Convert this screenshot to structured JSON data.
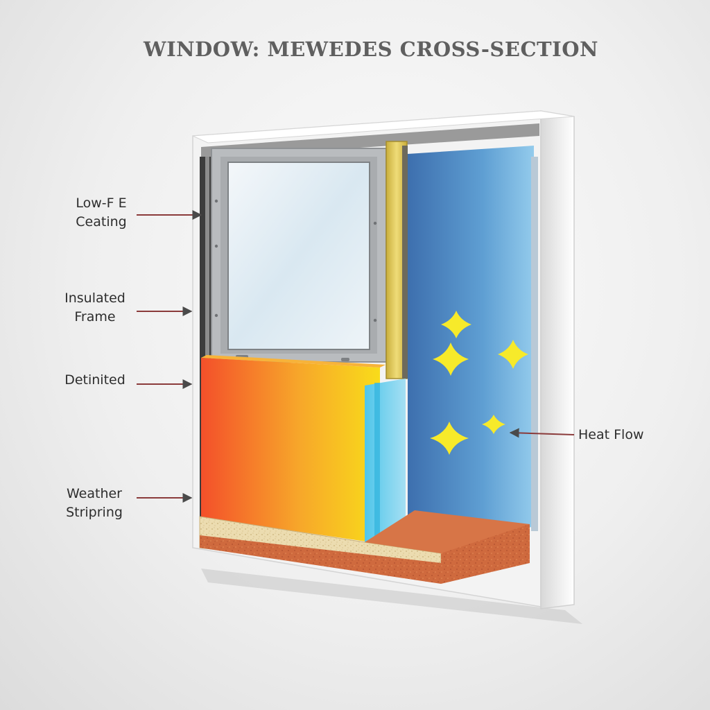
{
  "title": "WINDOW: MEWEDES CROSS-SECTION",
  "callouts": {
    "low_e": {
      "line1": "Low-F E",
      "line2": "Ceating"
    },
    "insulated_frame": {
      "line1": "Insulated",
      "line2": "Frame"
    },
    "detinited": {
      "line1": "Detinited"
    },
    "weather_stripping": {
      "line1": "Weather",
      "line2": "Stripring"
    },
    "heat_flow": {
      "line1": "Heat Flow"
    }
  },
  "colors": {
    "hot": "#f4502a",
    "warm": "#f9d71a",
    "cool_blue": "#3f7fbf",
    "light_blue": "#8ec7e8",
    "cyan_layer": "#6fd3ef",
    "sealant_yellow": "#e8d262",
    "sill_cream": "#ecdcb0",
    "sill_terracotta": "#cf6a3e",
    "arrow": "#8a3a3a",
    "heat_marks": "#f7ea2a"
  }
}
